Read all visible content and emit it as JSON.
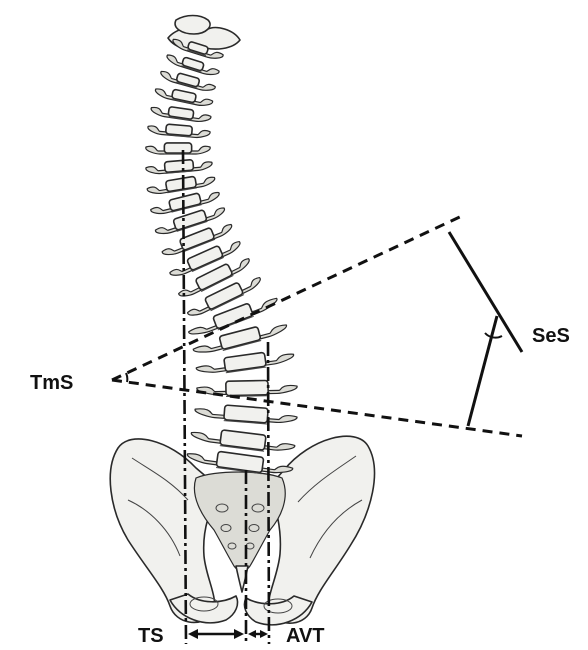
{
  "labels": {
    "tms": "TmS",
    "ses": "SeS",
    "ts": "TS",
    "avt": "AVT"
  },
  "colors": {
    "ink": "#111111",
    "bone_fill": "#f1f1ee",
    "bone_shade": "#dcdcd6",
    "background": "#ffffff"
  }
}
